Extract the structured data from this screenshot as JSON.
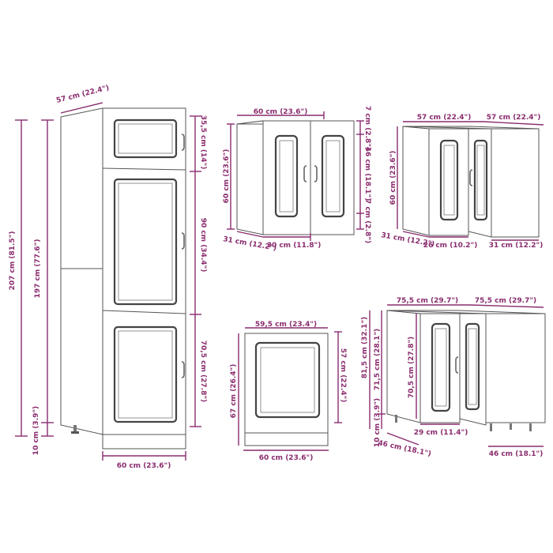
{
  "accent_color": "#8a2c6e",
  "tall_cabinet": {
    "depth": "57 cm (22.4\")",
    "total_height": "207 cm (81.5\")",
    "body_height": "197 cm (77.6\")",
    "leg_height": "10 cm (3.9\")",
    "top_door": "35,5 cm (14\")",
    "middle_door": "90 cm (34.4\")",
    "bottom_door": "70,5 cm (27.8\")",
    "width": "60 cm (23.6\")"
  },
  "wall_cabinet": {
    "width": "60 cm (23.6\")",
    "height": "60 cm (23.6\")",
    "depth": "31 cm (12.2\")",
    "door_width": "30 cm (11.8\")",
    "top_gap": "7 cm (2.8\")",
    "door_height": "46 cm (18.1\")",
    "bottom_gap": "7 cm (2.8\")"
  },
  "corner_wall_cabinet": {
    "width_left": "57 cm (22.4\")",
    "width_right": "57 cm (22.4\")",
    "height": "60 cm (23.6\")",
    "depth_left": "31 cm (12.2\")",
    "door_width": "26 cm (10.2\")",
    "depth_right": "31 cm (12.2\")"
  },
  "oven_panel": {
    "top_width": "59,5 cm (23.4\")",
    "height": "67 cm (26.4\")",
    "opening_height": "57 cm (22.4\")",
    "bottom_width": "60 cm (23.6\")"
  },
  "corner_base_cabinet": {
    "width_left": "75,5 cm (29.7\")",
    "width_right": "75,5 cm (29.7\")",
    "total_height": "81,5 cm (32.1\")",
    "body_height": "71,5 cm (28.1\")",
    "door_height": "70,5 cm (27.8\")",
    "leg_height": "10 cm (3.9\")",
    "door_width": "29 cm (11.4\")",
    "depth_left": "46 cm (18.1\")",
    "depth_right": "46 cm (18.1\")"
  }
}
